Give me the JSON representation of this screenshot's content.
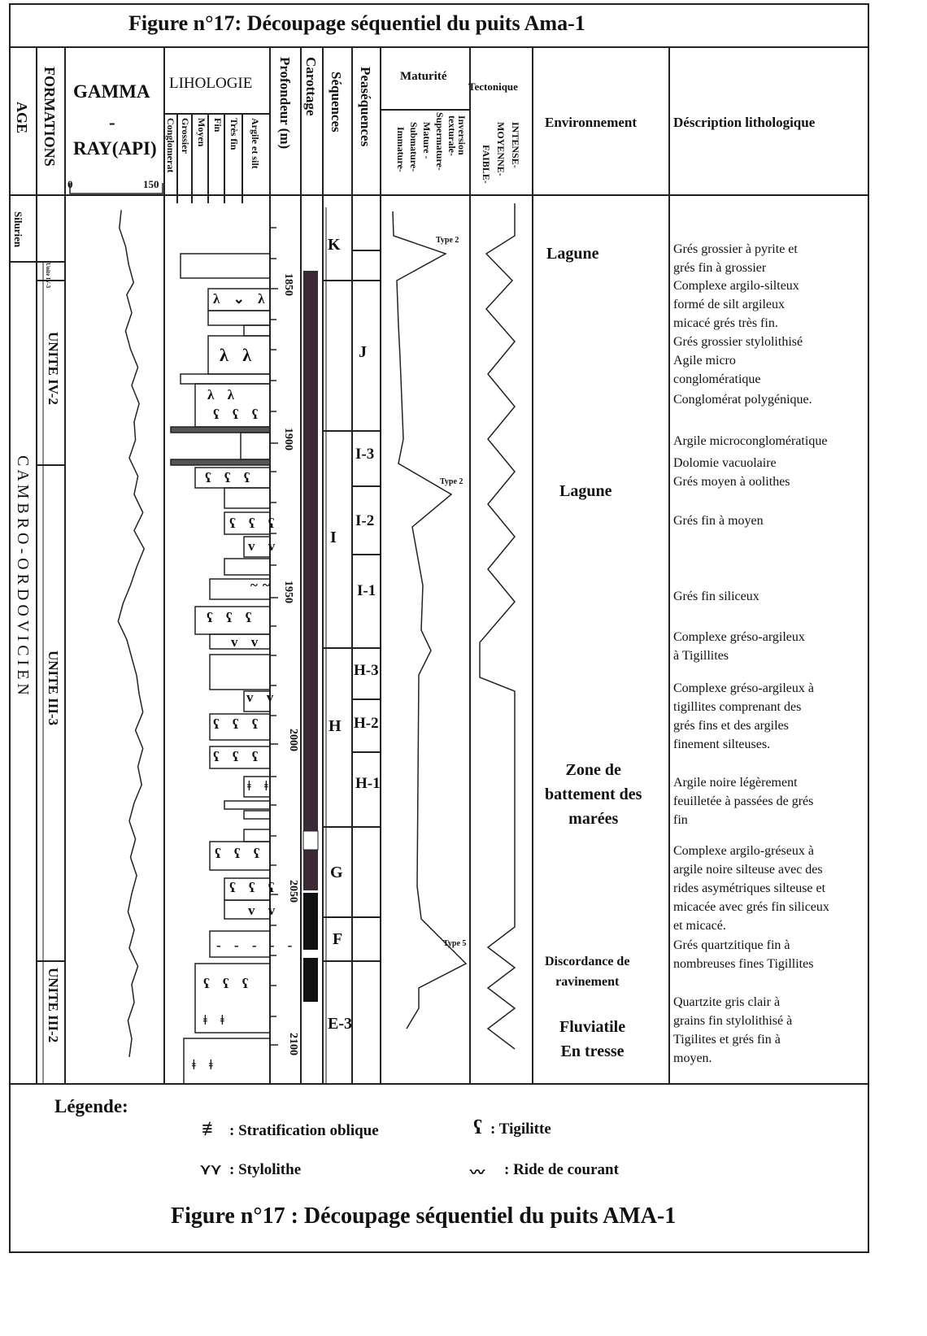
{
  "title": "Figure n°17:  Découpage séquentiel  du  puits  Ama-1",
  "headers": {
    "age": "AGE",
    "formations": "FORMATIONS",
    "gamma_1": "GAMMA",
    "gamma_dash": "-",
    "gamma_2": "RAY(API)",
    "gamma_min": "0",
    "gamma_max": "150",
    "lithologie": "LIHOLOGIE",
    "litho_sub": [
      "Conglomerat",
      "Grossier",
      "Moyen",
      "Fin",
      "Très fin",
      "Argile et silt"
    ],
    "profondeur": "Profondeur (m)",
    "carottage": "Carottage",
    "sequences": "Séquences",
    "parasequences": "Peaséquences",
    "maturite": "Maturité",
    "maturite_sub": [
      "Inversion",
      "texturale-",
      "Supermature-",
      "Mature -",
      "Submature-",
      "Immature-"
    ],
    "tectonique": "Tectonique",
    "tectonique_sub": [
      "INTENSE-",
      "MOYENNE-",
      "FAIBLE-"
    ],
    "environnement": "Environnement",
    "description": "Déscription lithologique"
  },
  "age": {
    "silurien": "Silurien",
    "cambro": "C A M B R O   -   O R D O V I C I E N"
  },
  "formations": [
    "Unite IV-3",
    "UNITE IV-2",
    "UNITE   III-3",
    "UNITE III-2"
  ],
  "depth_ticks": [
    "1850",
    "1900",
    "1950",
    "2000",
    "2050",
    "2100"
  ],
  "sequences": [
    "K",
    "J",
    "I",
    "H",
    "G",
    "F",
    "E-3"
  ],
  "parasequences": [
    "I-3",
    "I-2",
    "I-1",
    "H-3",
    "H-2",
    "H-1"
  ],
  "maturity_labels": [
    "Type 2",
    "Type 2",
    "Type 5"
  ],
  "environments": [
    "Lagune",
    "Lagune",
    "Zone de\nbattement des\nmarées",
    "Discordance de\nravinement",
    "Fluviatile\nEn tresse"
  ],
  "descriptions": [
    "  Grés grossier à pyrite et\ngrés fin à grossier",
    "   Complexe argilo-silteux\nformé de silt argileux\nmicacé grés très fin.",
    "  Grés grossier stylolithisé",
    "     Agile  micro\nconglomératique",
    " Conglomérat polygénique.",
    "Argile microconglomératique",
    "    Dolomie vacuolaire",
    "    Grés moyen à oolithes",
    "    Grés fin à moyen",
    "  Grés fin siliceux",
    "   Complexe gréso-argileux\n à Tigillites",
    "Complexe gréso-argileux à\ntigillites comprenant des\ngrés fins et des argiles\nfinement silteuses.",
    "   Argile noire légèrement\nfeuilletée à passées de grés\nfin",
    "   Complexe argilo-gréseux à\nargile noire silteuse avec des\nrides asymétriques silteuse et\nmicacée avec grés fin siliceux\net micacé.",
    "  Grés quartzitique fin à\n nombreuses fines Tigillites",
    "  Quartzite gris clair à\n grains fin stylolithisé à\n Tigilites et grés fin à\n moyen."
  ],
  "lith_symbols": {
    "stylolith": "λ ⌄ λ",
    "stylolith2": "λ λ",
    "tigillite": "ʕ ʕ ʕ",
    "vv": "v v",
    "ripple": "~~",
    "dashes": "- - - - -",
    "cross": "ǂ ǂ"
  },
  "legend": {
    "title": "Légende:",
    "items": [
      {
        "icon": "≢",
        "label": ":  Stratification oblique"
      },
      {
        "icon": "ʕ",
        "label": ":  Tigilitte"
      },
      {
        "icon": "⋎⋎",
        "label": ":  Stylolithe"
      },
      {
        "icon": "〰",
        "label": ":    Ride de courant"
      }
    ]
  },
  "footer": "Figure n°17 : Découpage séquentiel du puits AMA-1",
  "gamma_ray": [
    [
      1824,
      83
    ],
    [
      1830,
      80
    ],
    [
      1836,
      90
    ],
    [
      1842,
      95
    ],
    [
      1848,
      103
    ],
    [
      1852,
      92
    ],
    [
      1858,
      100
    ],
    [
      1864,
      90
    ],
    [
      1870,
      98
    ],
    [
      1876,
      110
    ],
    [
      1882,
      100
    ],
    [
      1888,
      112
    ],
    [
      1894,
      104
    ],
    [
      1900,
      106
    ],
    [
      1906,
      96
    ],
    [
      1912,
      110
    ],
    [
      1918,
      104
    ],
    [
      1924,
      118
    ],
    [
      1930,
      104
    ],
    [
      1936,
      120
    ],
    [
      1942,
      108
    ],
    [
      1948,
      98
    ],
    [
      1954,
      86
    ],
    [
      1960,
      78
    ],
    [
      1966,
      92
    ],
    [
      1972,
      100
    ],
    [
      1978,
      108
    ],
    [
      1984,
      112
    ],
    [
      1990,
      118
    ],
    [
      1996,
      106
    ],
    [
      2002,
      118
    ],
    [
      2008,
      110
    ],
    [
      2014,
      116
    ],
    [
      2020,
      104
    ],
    [
      2026,
      96
    ],
    [
      2032,
      106
    ],
    [
      2038,
      98
    ],
    [
      2044,
      108
    ],
    [
      2050,
      100
    ],
    [
      2056,
      94
    ],
    [
      2062,
      104
    ],
    [
      2068,
      96
    ],
    [
      2074,
      110
    ],
    [
      2080,
      100
    ],
    [
      2086,
      104
    ],
    [
      2092,
      94
    ],
    [
      2098,
      100
    ],
    [
      2104,
      96
    ]
  ]
}
